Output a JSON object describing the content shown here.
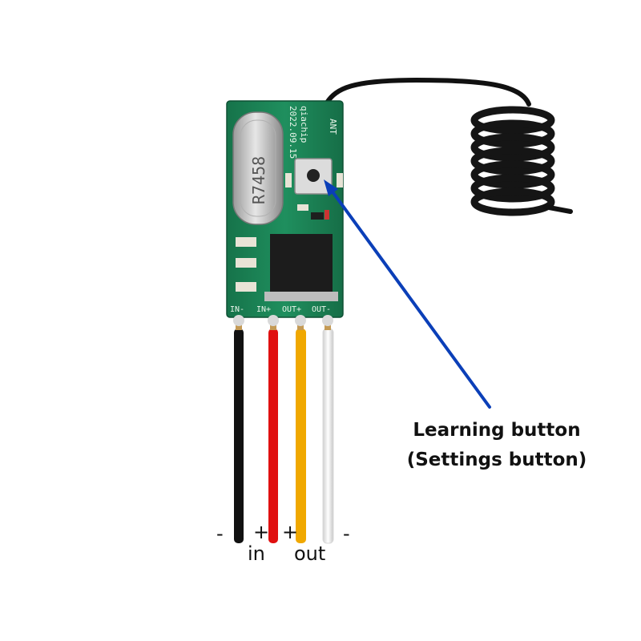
{
  "callout": {
    "line1": "Learning button",
    "line2": "(Settings button)",
    "arrow_color": "#0b3fb8"
  },
  "wires": {
    "sign_left_minus": "-",
    "sign_left_plus": "+",
    "sign_right_plus": "+",
    "sign_right_minus": "-",
    "label_in": "in",
    "label_out": "out",
    "colors": [
      "#111111",
      "#e01010",
      "#f0a800",
      "#f4f4f4"
    ]
  },
  "board": {
    "color": "#1f8a5a",
    "silkscreen_brand": "qiachip",
    "silkscreen_date": "2022.09.15",
    "crystal_marking": "R7458",
    "pin_labels": [
      "IN-",
      "IN+",
      "OUT+",
      "OUT-"
    ],
    "antenna_label": "ANT"
  },
  "icons": {
    "antenna": "coiled-spring-antenna-icon",
    "button": "tact-switch-icon",
    "crystal": "crystal-oscillator-icon",
    "mosfet": "mosfet-chip-icon"
  }
}
